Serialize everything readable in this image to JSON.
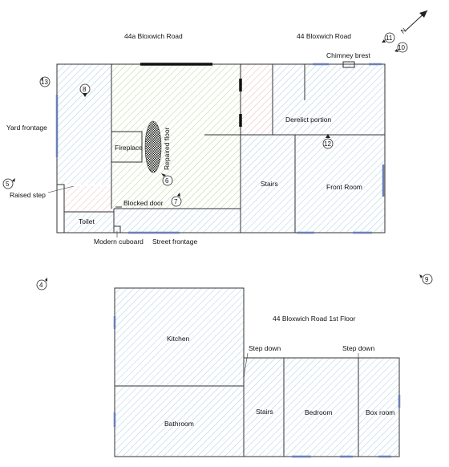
{
  "headings": {
    "bloxwich_44a": "44a Bloxwich Road",
    "bloxwich_44": "44 Bloxwich Road",
    "first_floor": "44 Bloxwich Road 1st Floor"
  },
  "ground_floor_labels": {
    "chimney_brest": "Chimney brest",
    "derelict_portion": "Derelict portion",
    "yard_frontage": "Yard frontage",
    "fireplace": "Fireplace",
    "repaired_floor": "Repaired floor",
    "stairs": "Stairs",
    "front_room": "Front Room",
    "raised_step": "Raised step",
    "blocked_door": "Blocked door",
    "toilet": "Toilet",
    "modern_cuboard": "Modern cuboard",
    "street_frontage": "Street frontage"
  },
  "first_floor_labels": {
    "kitchen": "Kitchen",
    "step_down_left": "Step down",
    "step_down_right": "Step down",
    "stairs": "Stairs",
    "bedroom": "Bedroom",
    "box_room": "Box room",
    "bathroom": "Bathroom"
  },
  "viewpoints": [
    "4",
    "5",
    "6",
    "7",
    "8",
    "9",
    "10",
    "11",
    "12",
    "13"
  ],
  "north_label": "N",
  "colors": {
    "blue_hatch": "#a9cfe4",
    "green_hatch": "#b4d68c",
    "pink_hatch": "#ecb7bd",
    "window": "#6a7fb8",
    "wall": "#333333"
  }
}
